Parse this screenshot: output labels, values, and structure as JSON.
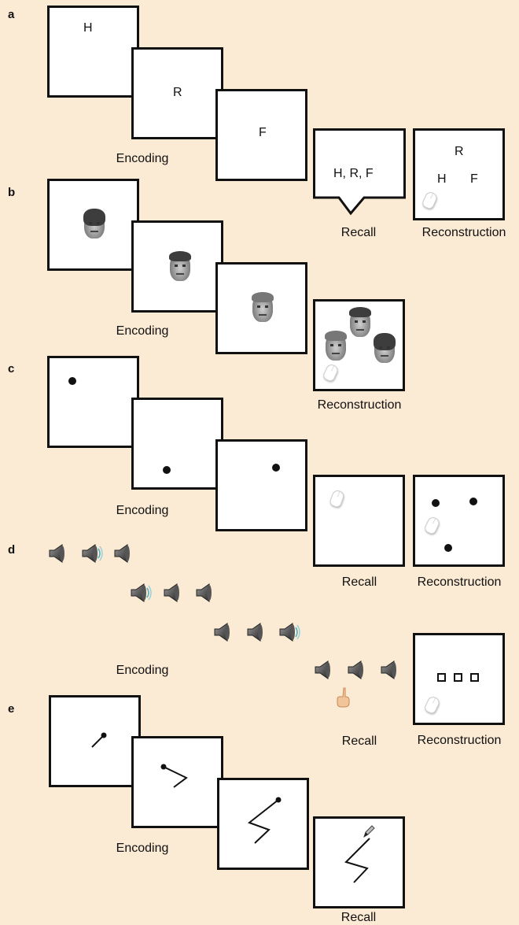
{
  "panels": {
    "a": {
      "label": "a",
      "letters": [
        "H",
        "R",
        "F"
      ],
      "encoding_caption": "Encoding",
      "recall_text": "H, R, F",
      "recall_caption": "Recall",
      "reconstruction_letters": [
        "R",
        "H",
        "F"
      ],
      "reconstruction_caption": "Reconstruction"
    },
    "b": {
      "label": "b",
      "encoding_caption": "Encoding",
      "reconstruction_caption": "Reconstruction"
    },
    "c": {
      "label": "c",
      "encoding_caption": "Encoding",
      "recall_caption": "Recall",
      "reconstruction_caption": "Reconstruction"
    },
    "d": {
      "label": "d",
      "encoding_caption": "Encoding",
      "recall_caption": "Recall",
      "reconstruction_caption": "Reconstruction"
    },
    "e": {
      "label": "e",
      "encoding_caption": "Encoding",
      "recall_caption": "Recall"
    }
  },
  "icons": {
    "mouse": "computer-mouse-icon",
    "speaker": "speaker-icon",
    "hand": "pointing-hand-icon",
    "pencil": "pencil-icon",
    "face": "face-photo"
  },
  "colors": {
    "background": "#fbead4",
    "stroke": "#111111",
    "panel": "#ffffff"
  }
}
